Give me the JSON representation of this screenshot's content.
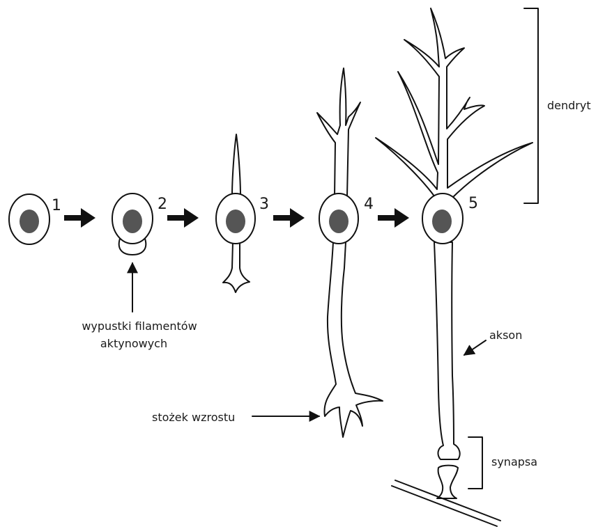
{
  "stages": [
    {
      "number": "1"
    },
    {
      "number": "2"
    },
    {
      "number": "3"
    },
    {
      "number": "4"
    },
    {
      "number": "5"
    }
  ],
  "labels": {
    "actin_line1": "wypustki filamentów",
    "actin_line2": "aktynowych",
    "growth_cone": "stożek wzrostu",
    "dendrite": "dendryt",
    "axon": "akson",
    "synapse": "synapsa"
  },
  "colors": {
    "ink": "#111111",
    "nucleus": "#555555",
    "background": "#ffffff"
  }
}
